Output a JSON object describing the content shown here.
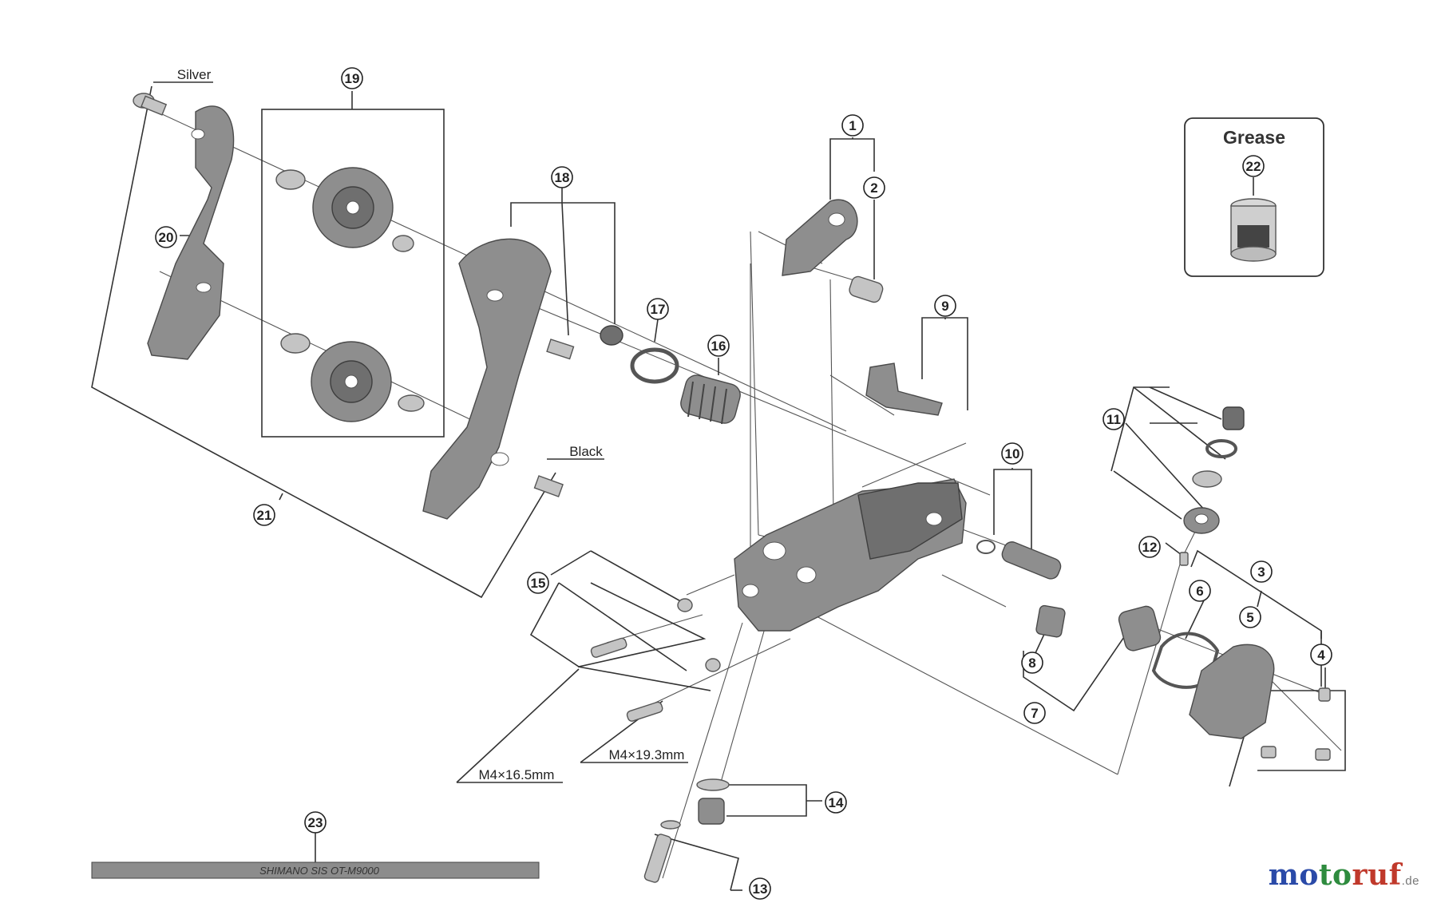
{
  "callouts": [
    {
      "id": "c1",
      "label": "1"
    },
    {
      "id": "c2",
      "label": "2"
    },
    {
      "id": "c3",
      "label": "3"
    },
    {
      "id": "c4",
      "label": "4"
    },
    {
      "id": "c5",
      "label": "5"
    },
    {
      "id": "c6",
      "label": "6"
    },
    {
      "id": "c7",
      "label": "7"
    },
    {
      "id": "c8",
      "label": "8"
    },
    {
      "id": "c9",
      "label": "9"
    },
    {
      "id": "c10",
      "label": "10"
    },
    {
      "id": "c11",
      "label": "11"
    },
    {
      "id": "c12",
      "label": "12"
    },
    {
      "id": "c13",
      "label": "13"
    },
    {
      "id": "c14",
      "label": "14"
    },
    {
      "id": "c15",
      "label": "15"
    },
    {
      "id": "c16",
      "label": "16"
    },
    {
      "id": "c17",
      "label": "17"
    },
    {
      "id": "c18",
      "label": "18"
    },
    {
      "id": "c19",
      "label": "19"
    },
    {
      "id": "c20",
      "label": "20"
    },
    {
      "id": "c21",
      "label": "21"
    },
    {
      "id": "c22",
      "label": "22"
    },
    {
      "id": "c23",
      "label": "23"
    }
  ],
  "labels": {
    "silver": "Silver",
    "black": "Black",
    "grease": "Grease",
    "bolt_short": "M4×16.5mm",
    "bolt_long": "M4×19.3mm",
    "cable_text": "SHIMANO SIS OT-M9000"
  },
  "watermark": {
    "m1": "mo",
    "m2": "to",
    "m3": "ruf",
    "tld": ".de",
    "colors": {
      "m1": "#2a4aa8",
      "m2": "#2e8b3e",
      "m3": "#c0392b"
    }
  },
  "colors": {
    "part": "#8e8e8e",
    "outline": "#333333"
  }
}
